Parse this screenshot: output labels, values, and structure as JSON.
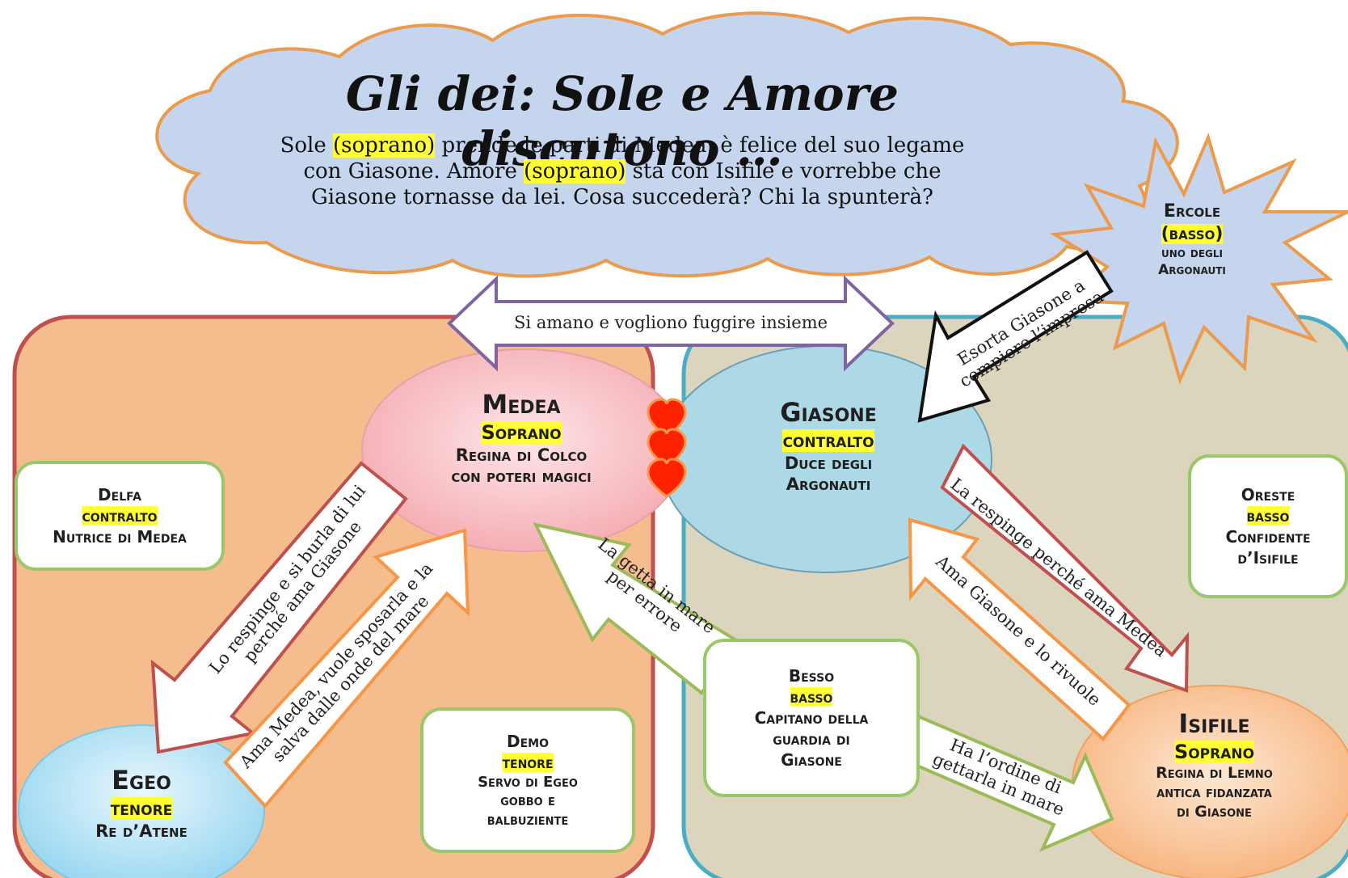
{
  "cloud": {
    "title": "Gli dei: Sole e Amore discutono …",
    "line1_pre": "Sole ",
    "line1_hl": "(soprano)",
    "line1_post": " prende le parti di Medea: è felice del suo legame",
    "line2_pre": "con Giasone. Amore ",
    "line2_hl": "(soprano)",
    "line2_post": " sta con Isifile e vorrebbe che",
    "line3": "Giasone tornasse da lei. Cosa succederà? Chi la spunterà?"
  },
  "characters": {
    "medea": {
      "name": "Medea",
      "voice": "Soprano",
      "desc1": "Regina di Colco",
      "desc2": "con poteri magici"
    },
    "giasone": {
      "name": "Giasone",
      "voice": "contralto",
      "desc1": "Duce degli",
      "desc2": "Argonauti"
    },
    "ercole": {
      "name": "Ercole",
      "voice": "(basso)",
      "desc1": "uno degli",
      "desc2": "Argonauti"
    },
    "delfa": {
      "name": "Delfa",
      "voice": "contralto",
      "desc1": "Nutrice di Medea"
    },
    "oreste": {
      "name": "Oreste",
      "voice": "basso",
      "desc1": "Confidente",
      "desc2": "d’Isifile"
    },
    "besso": {
      "name": "Besso",
      "voice": "basso",
      "desc1": "Capitano della",
      "desc2": "guardia di",
      "desc3": "Giasone"
    },
    "demo": {
      "name": "Demo",
      "voice": "tenore",
      "desc1": "Servo di Egeo",
      "desc2": "gobbo e",
      "desc3": "balbuziente"
    },
    "egeo": {
      "name": "Egeo",
      "voice": "tenore",
      "desc1": "Re d’Atene"
    },
    "isifile": {
      "name": "Isifile",
      "voice": "Soprano",
      "desc1": "Regina di Lemno",
      "desc2": "antica fidanzata",
      "desc3": "di Giasone"
    }
  },
  "relations": {
    "love": "Si amano e vogliono fuggire insieme",
    "ercole_giasone_1": "Esorta Giasone a",
    "ercole_giasone_2": "compiere l’impresa",
    "medea_egeo_1": "Lo respinge e si burla di lui",
    "medea_egeo_2": "perché ama Giasone",
    "egeo_medea_1": "Ama Medea, vuole sposarla e la",
    "egeo_medea_2": "salva dalle onde del mare",
    "besso_medea_1": "La getta in mare",
    "besso_medea_2": "per errore",
    "giasone_isifile": "La respinge perché ama Medea",
    "isifile_giasone": "Ama Giasone e lo rivuole",
    "besso_isifile_1": "Ha l’ordine di",
    "besso_isifile_2": "gettarla in mare"
  },
  "colors": {
    "cloud_fill": "#c6d5ee",
    "cloud_stroke": "#ec9a4c",
    "left_region": "#f5bd8e",
    "left_region_stroke": "#c0504d",
    "right_region": "#dcd5bd",
    "right_region_stroke": "#4bacc6",
    "medea_fill": "#f7c3c8",
    "giasone_fill": "#add8e6",
    "isifile_fill": "#fbc79a",
    "egeo_fill": "#bfe6f5",
    "highlight": "#ffff33"
  },
  "icons": [
    "heart-icon",
    "heart-icon",
    "heart-icon",
    "starburst-shape",
    "cloud-shape"
  ]
}
